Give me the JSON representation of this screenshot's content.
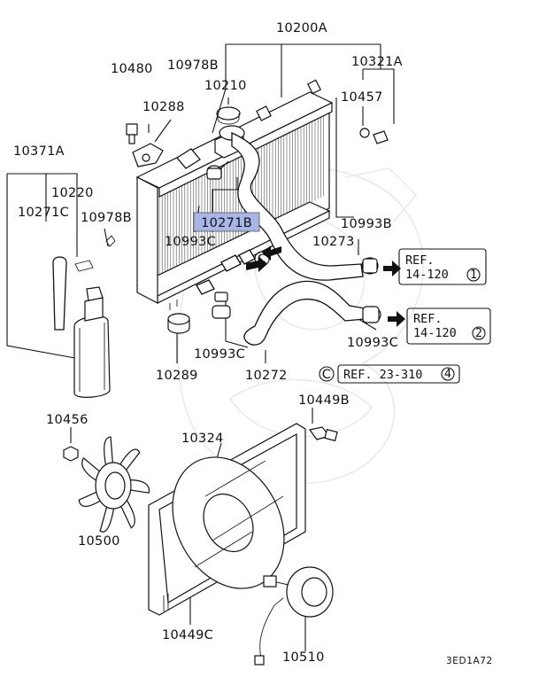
{
  "diagram": {
    "parts": [
      {
        "id": "p10200A",
        "label": "10200A"
      },
      {
        "id": "p10978B_top",
        "label": "10978B"
      },
      {
        "id": "p10480",
        "label": "10480"
      },
      {
        "id": "p10210",
        "label": "10210"
      },
      {
        "id": "p10321A",
        "label": "10321A"
      },
      {
        "id": "p10288",
        "label": "10288"
      },
      {
        "id": "p10457",
        "label": "10457"
      },
      {
        "id": "p10371A",
        "label": "10371A"
      },
      {
        "id": "p10220",
        "label": "10220"
      },
      {
        "id": "p10271C",
        "label": "10271C"
      },
      {
        "id": "p10978B_left",
        "label": "10978B"
      },
      {
        "id": "p10993B",
        "label": "10993B"
      },
      {
        "id": "p10993C_a",
        "label": "10993C"
      },
      {
        "id": "p10273",
        "label": "10273"
      },
      {
        "id": "p10993C_b",
        "label": "10993C"
      },
      {
        "id": "p10993C_c",
        "label": "10993C"
      },
      {
        "id": "p10289",
        "label": "10289"
      },
      {
        "id": "p10272",
        "label": "10272"
      },
      {
        "id": "p10449B",
        "label": "10449B"
      },
      {
        "id": "p10456",
        "label": "10456"
      },
      {
        "id": "p10324",
        "label": "10324"
      },
      {
        "id": "p10500",
        "label": "10500"
      },
      {
        "id": "p10449C",
        "label": "10449C"
      },
      {
        "id": "p10510",
        "label": "10510"
      }
    ],
    "highlighted": {
      "label": "10271B",
      "color": "#a9b5e6"
    },
    "refs": [
      {
        "line1": "REF.",
        "line2": "14-120",
        "num": "1"
      },
      {
        "line1": "REF.",
        "line2": "14-120",
        "num": "2"
      },
      {
        "prefix": "C",
        "text": "REF. 23-310",
        "num": "4"
      }
    ],
    "connector_marker": "C",
    "drawing_code": "3ED1A72"
  }
}
